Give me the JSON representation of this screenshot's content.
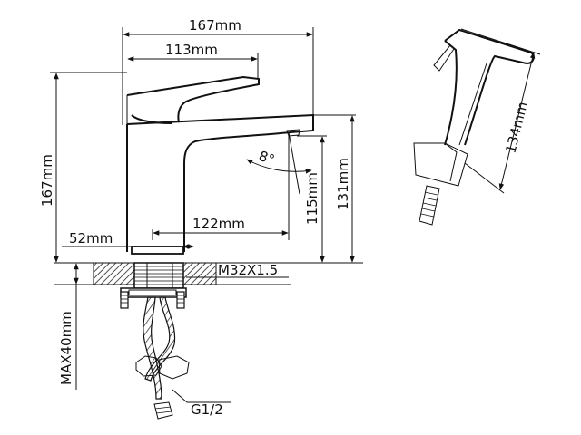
{
  "drawing": {
    "labels": {
      "overall_width": "167mm",
      "handle_length": "113mm",
      "overall_height": "167mm",
      "spout_reach": "122mm",
      "base_diameter": "52mm",
      "spout_height": "115mm",
      "outlet_height": "131mm",
      "tilt_angle": "8°",
      "thread_size": "M32X1.5",
      "max_deck_thickness": "MAX40mm",
      "hose_connection": "G1/2",
      "sprayer_length": "134mm"
    }
  }
}
